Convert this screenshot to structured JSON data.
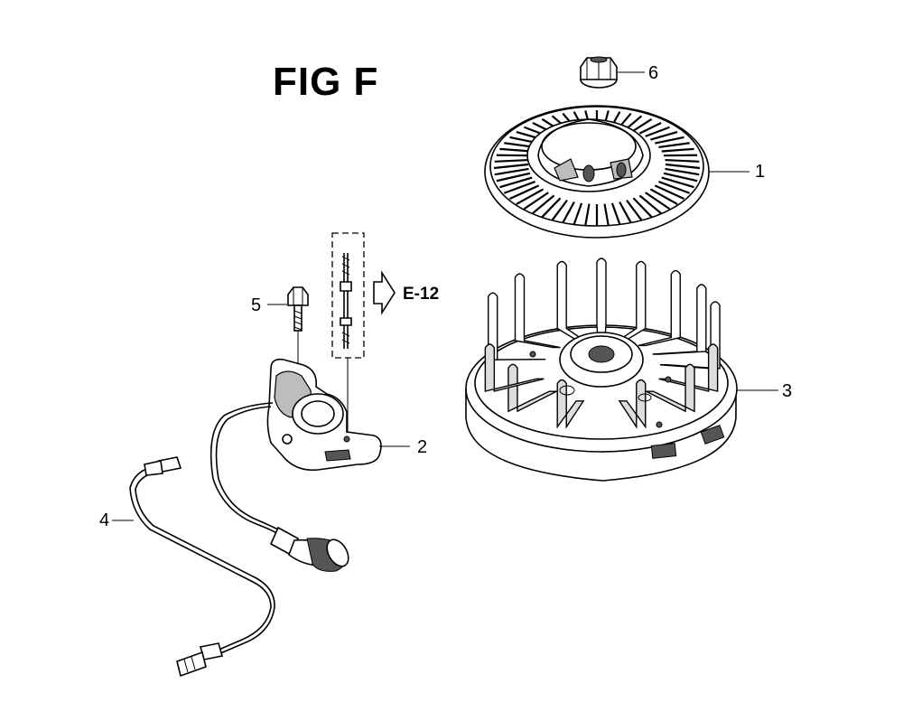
{
  "figure": {
    "title": "FIG F",
    "reference": "E-12"
  },
  "callouts": {
    "c1": "1",
    "c2": "2",
    "c3": "3",
    "c4": "4",
    "c5": "5",
    "c6": "6"
  }
}
